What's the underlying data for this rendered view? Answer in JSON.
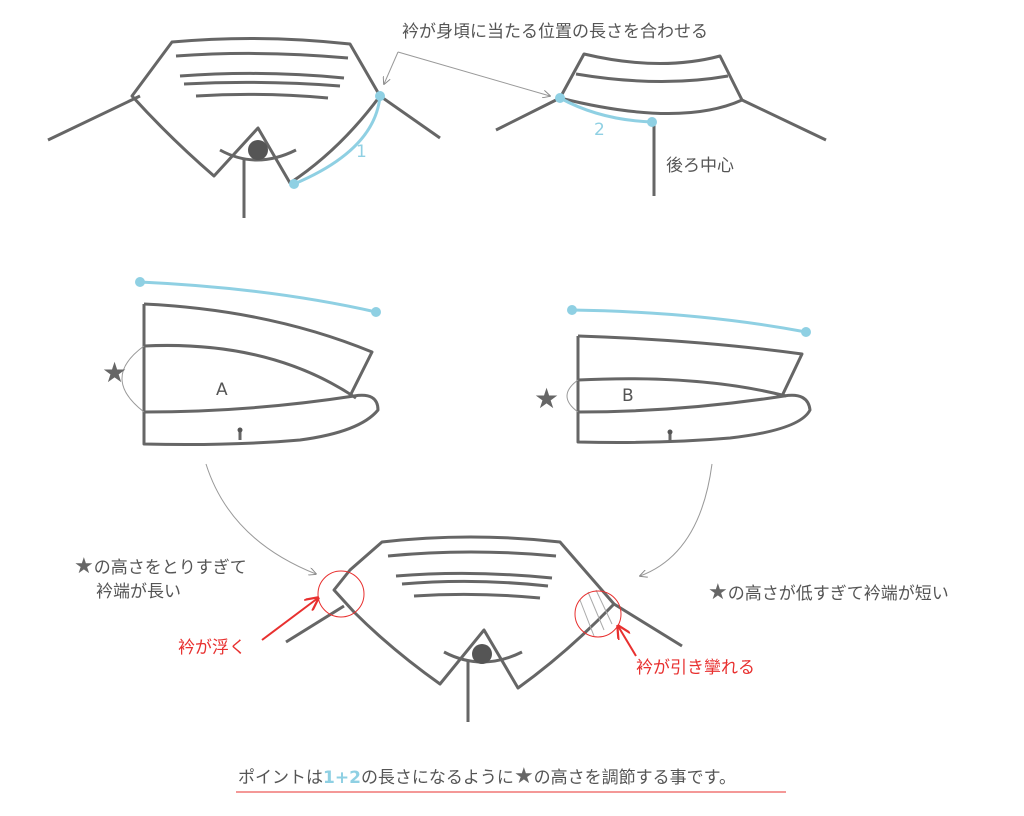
{
  "labels": {
    "match_length": "衿が身頃に当たる位置の長さを合わせる",
    "num1": "1",
    "num2": "2",
    "back_center": "後ろ中心",
    "letter_a": "A",
    "letter_b": "B",
    "left_note_line1": "の高さをとりすぎて",
    "left_note_line2": "衿端が長い",
    "right_note": "の高さが低すぎて衿端が短い",
    "float_label": "衿が浮く",
    "pull_label": "衿が引き攣れる",
    "footer_pre": "ポイントは",
    "footer_num1": "1",
    "footer_plus": "+",
    "footer_num2": "2",
    "footer_post": "の長さになるように",
    "footer_end": "の高さを調節する事です。"
  },
  "icons": {
    "star": "★",
    "button": "button-icon",
    "point": "point-dot-icon"
  },
  "colors": {
    "line": "#666666",
    "measure": "#8fd0e3",
    "alert": "#e8302f",
    "text": "#555555"
  }
}
